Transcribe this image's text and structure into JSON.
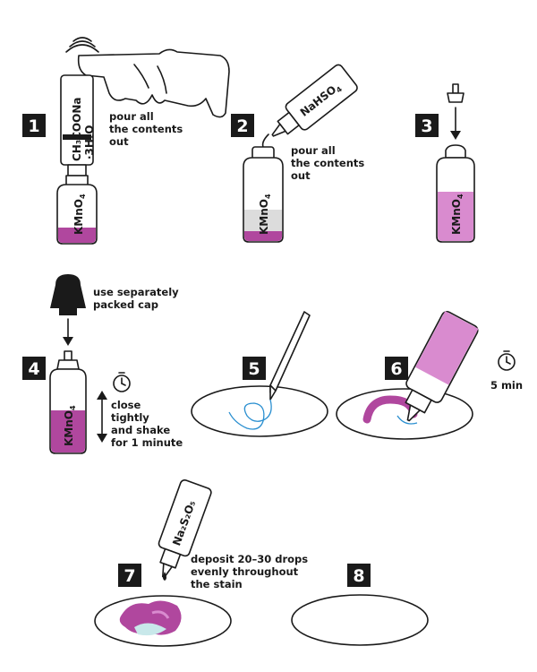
{
  "colors": {
    "ink": "#1a1a1a",
    "solution": "#b0479e",
    "solution_light": "#d98bcf",
    "sample_line": "#2a8fd0",
    "residue": "#c8e8ea"
  },
  "steps": [
    {
      "number": "1",
      "bottle_label": "KMnO",
      "bottle_label_sub": "4",
      "cap_label": "CH₃COONa",
      "cap_label_sub": "·3H₂O",
      "text_lines": [
        "pour all",
        "the contents",
        "out"
      ]
    },
    {
      "number": "2",
      "bottle_label": "KMnO",
      "bottle_label_sub": "4",
      "dropper_label": "NaHSO",
      "dropper_label_sub": "4",
      "text_lines": [
        "pour all",
        "the contents",
        "out"
      ]
    },
    {
      "number": "3",
      "bottle_label": "KMnO",
      "bottle_label_sub": "4"
    },
    {
      "number": "4",
      "bottle_label": "KMnO",
      "bottle_label_sub": "4",
      "cap_text_lines": [
        "use separately",
        "packed cap"
      ],
      "text_lines": [
        "close",
        "tightly",
        "and shake",
        "for 1 minute"
      ]
    },
    {
      "number": "5"
    },
    {
      "number": "6",
      "timer_text": "5 min"
    },
    {
      "number": "7",
      "dropper_label": "Na₂S₂O₅",
      "text_lines": [
        "deposit 20–30 drops",
        "evenly throughout",
        "the stain"
      ]
    },
    {
      "number": "8"
    }
  ],
  "icons": [
    "hand-icon",
    "vibration-icon",
    "arrow-down-icon",
    "shake-arrow-icon",
    "timer-icon",
    "cap-icon",
    "dropper-icon",
    "swab-icon"
  ]
}
